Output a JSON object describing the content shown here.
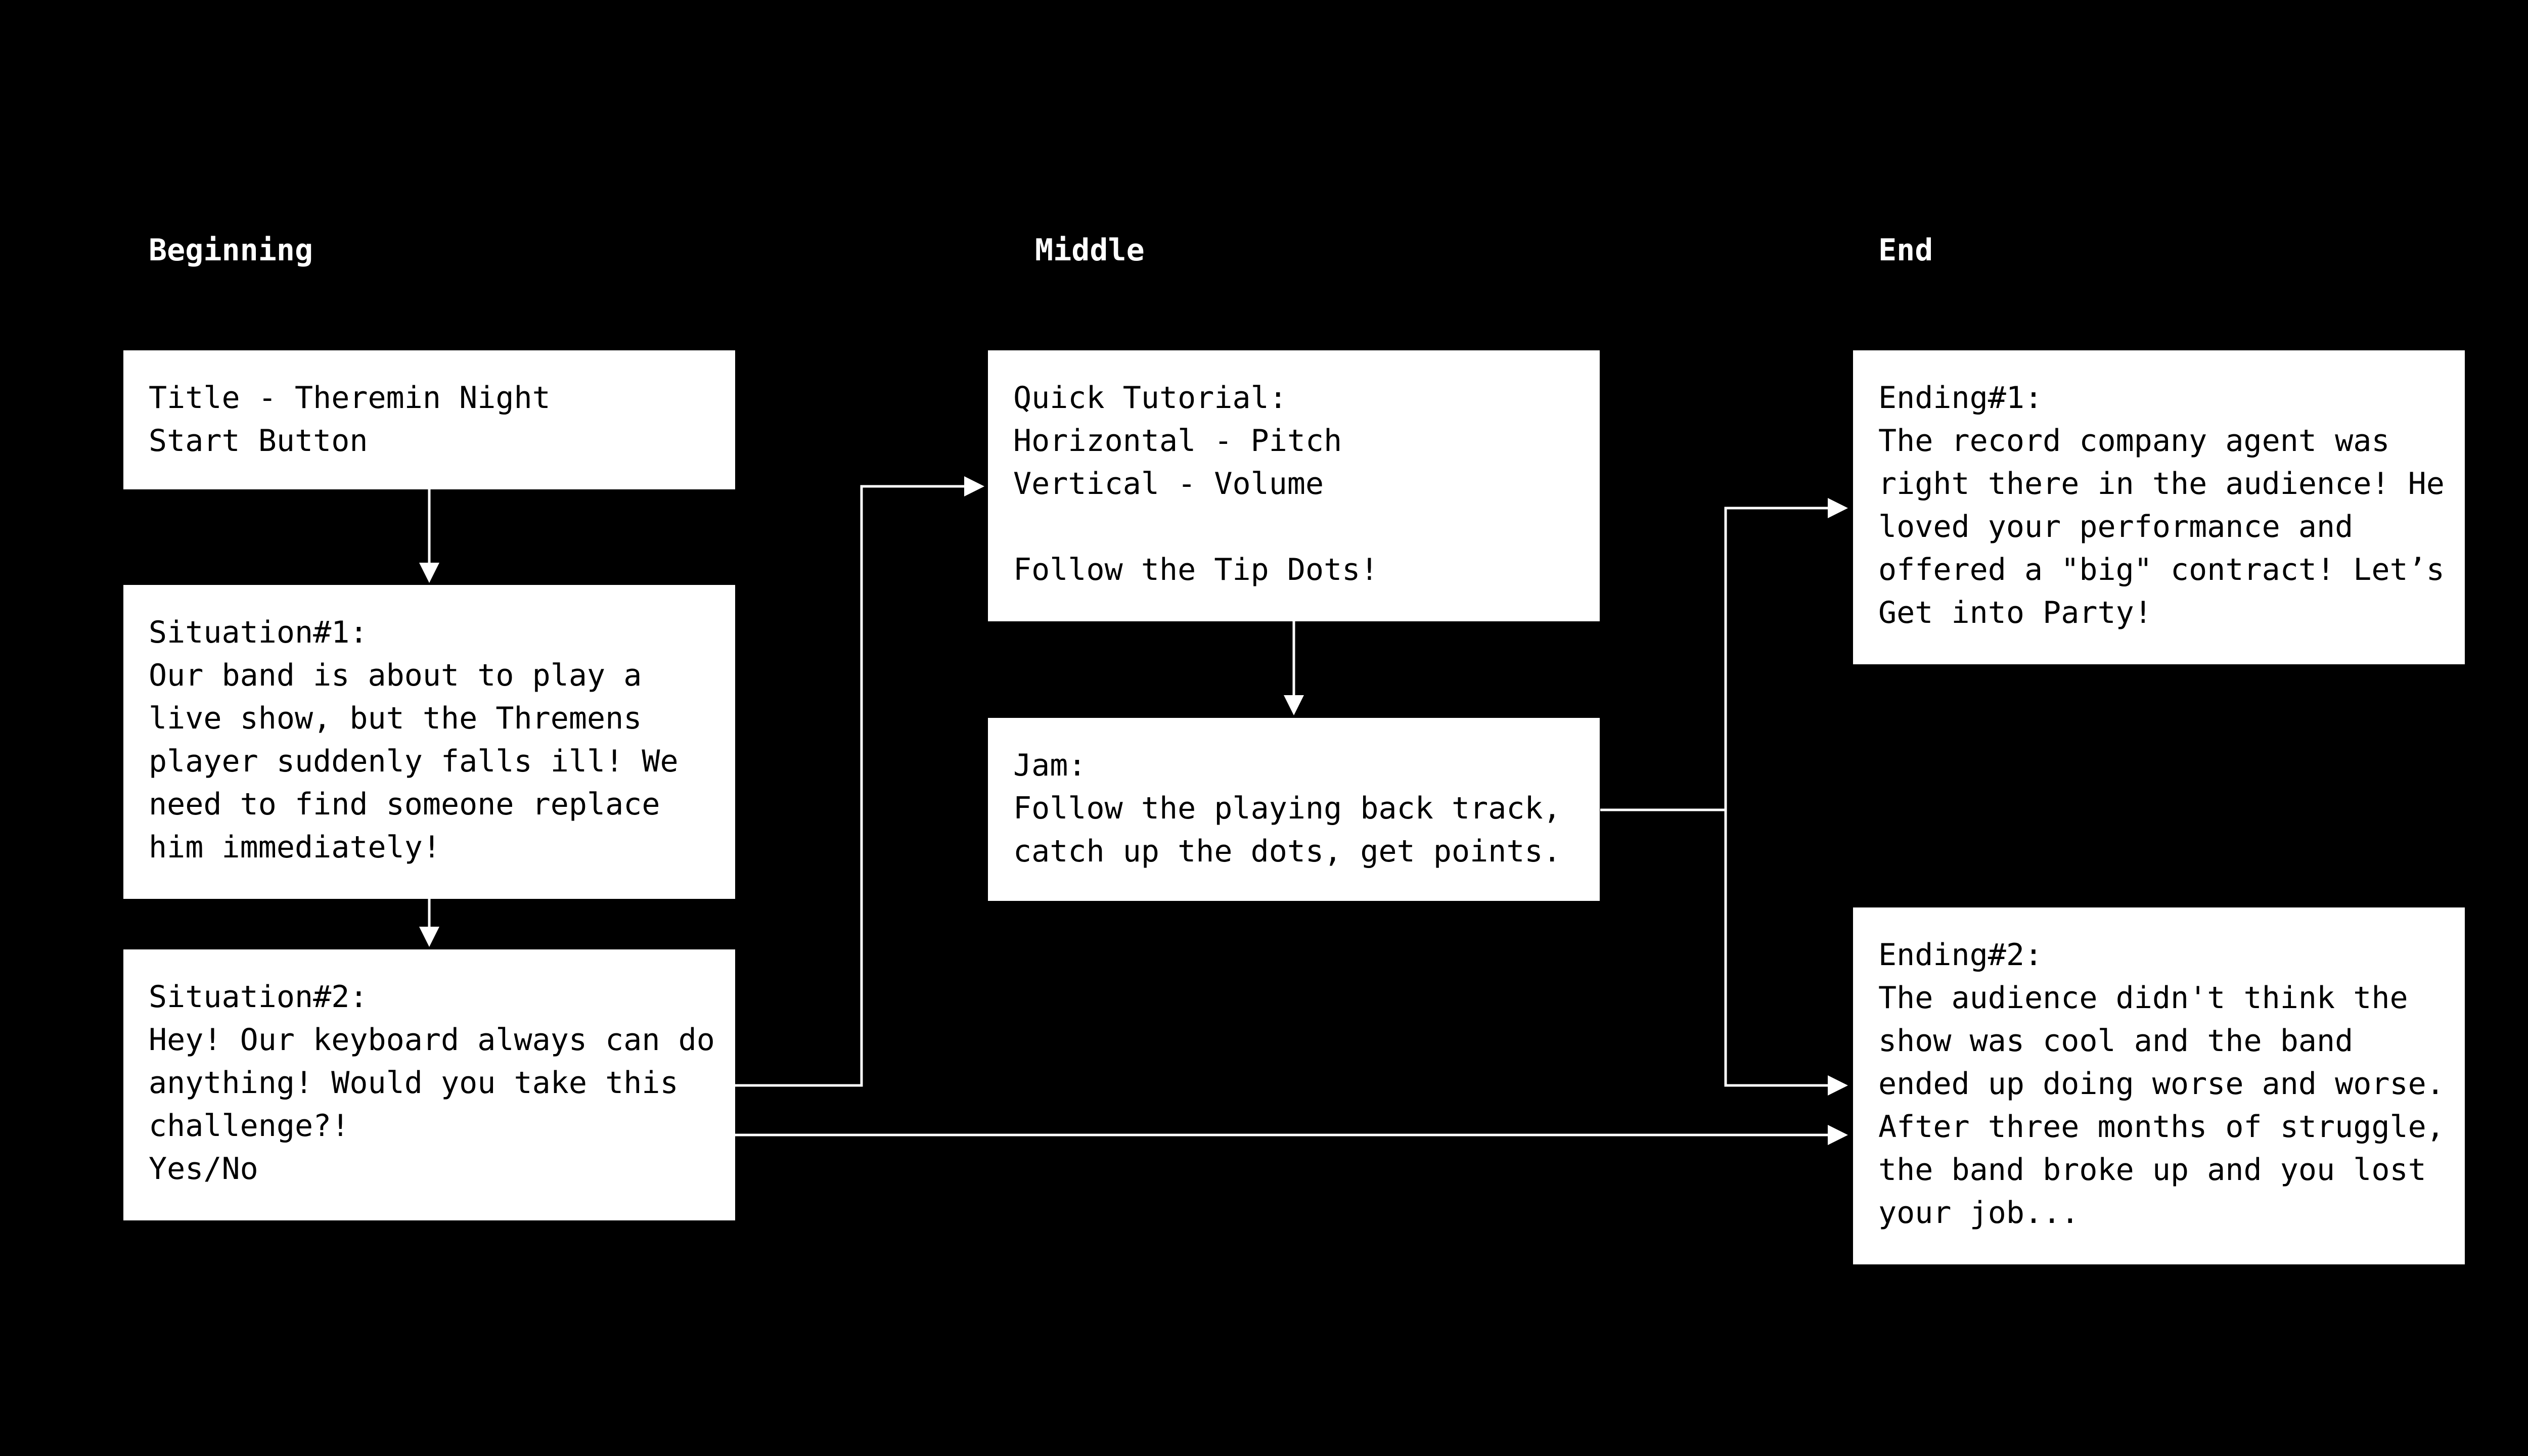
{
  "columns": {
    "beginning": "Beginning",
    "middle": "Middle",
    "end": "End"
  },
  "nodes": {
    "title": [
      "Title - Theremin Night",
      "Start Button"
    ],
    "situation1": [
      "Situation#1:",
      "Our band is about to play a",
      "live show, but the Thremens",
      "player suddenly falls ill! We",
      "need to find someone replace",
      "him immediately!"
    ],
    "situation2": [
      "Situation#2:",
      "Hey! Our keyboard always can do",
      "anything! Would you take this",
      "challenge?!",
      "Yes/No"
    ],
    "tutorial": [
      "Quick Tutorial:",
      "Horizontal - Pitch",
      "Vertical - Volume",
      "",
      "Follow the Tip Dots!"
    ],
    "jam": [
      "Jam:",
      "Follow the playing back track,",
      "catch up the dots, get points."
    ],
    "ending1": [
      "Ending#1:",
      "The record company agent was",
      "right there in the audience! He",
      "loved your performance and",
      "offered a \"big\" contract! Let’s",
      "Get into Party!"
    ],
    "ending2": [
      "Ending#2:",
      "The audience didn't think the",
      "show was cool and the band",
      "ended up doing worse and worse.",
      "After three months of struggle,",
      "the band broke up and you lost",
      "your job..."
    ]
  },
  "colors": {
    "background": "#000000",
    "box": "#ffffff",
    "text": "#000000",
    "connector": "#ffffff"
  }
}
